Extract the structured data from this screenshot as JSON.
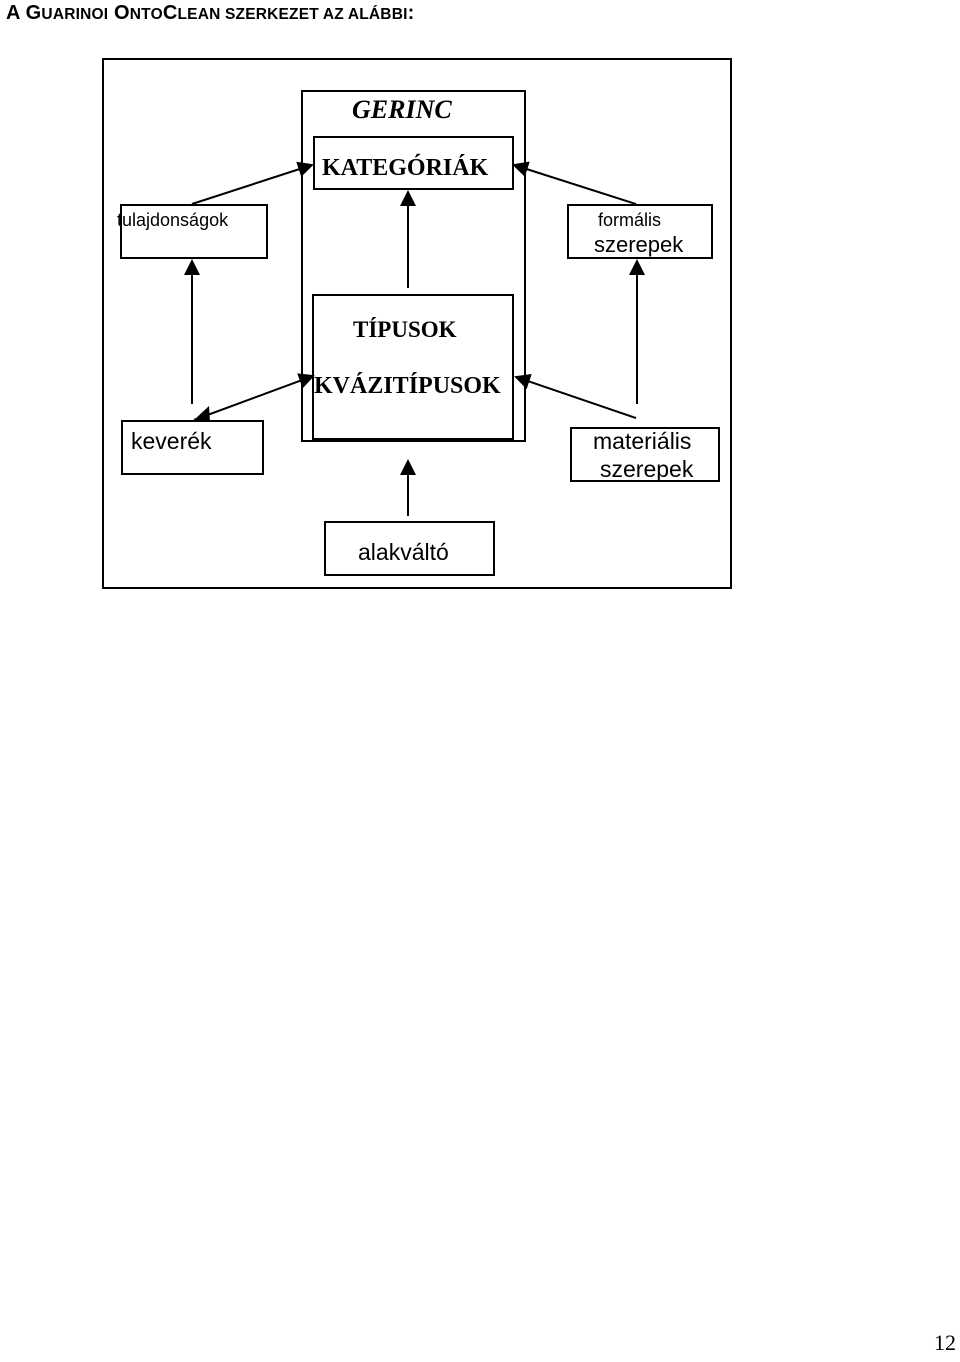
{
  "heading": {
    "part1_big": "A G",
    "part2_small": "UARINOI",
    "part3_big": " O",
    "part4_small": "NTO",
    "part5_big": "C",
    "part6_small": "LEAN SZERKEZET AZ ALÁBBI",
    "part7_big": ":"
  },
  "diagram": {
    "spine_label": "GERINC",
    "categories": "KATEGÓRIÁK",
    "types": "TÍPUSOK",
    "quasi_types": "KVÁZITÍPUSOK",
    "properties": "tulajdonságok",
    "formal_roles_line1": "formális",
    "formal_roles_line2": "szerepek",
    "mixture": "keverék",
    "material_roles_line1": "materiális",
    "material_roles_line2": "szerepek",
    "phase": "alakváltó"
  },
  "page_number": "12"
}
